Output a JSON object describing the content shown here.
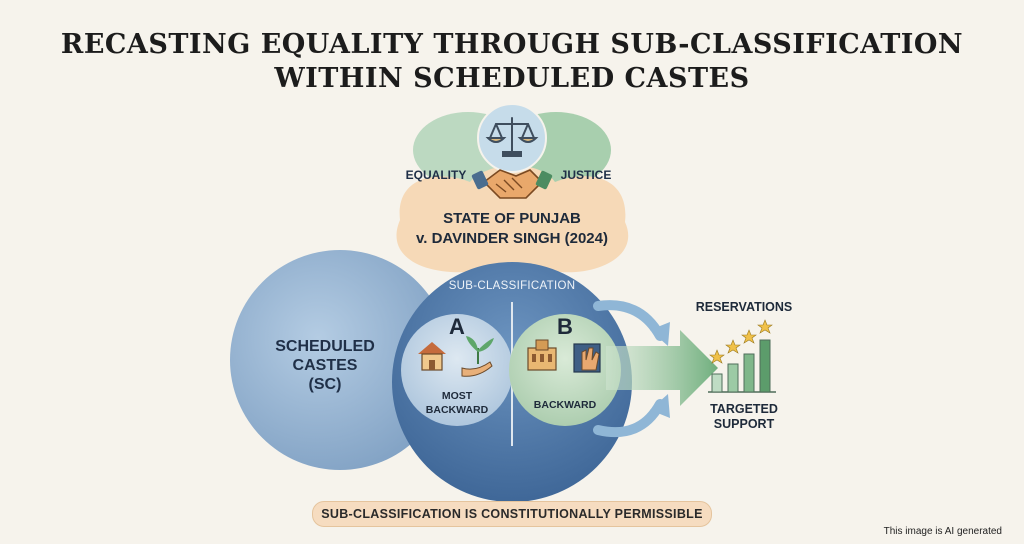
{
  "title": {
    "line1": "RECASTING EQUALITY THROUGH SUB-CLASSIFICATION",
    "line2": "WITHIN SCHEDULED CASTES"
  },
  "top_group": {
    "left_label": "EQUALITY",
    "right_label": "JUSTICE",
    "case_line1": "STATE OF PUNJAB",
    "case_line2": "v. DAVINDER SINGH (2024)",
    "icons": [
      "scales-of-justice-icon",
      "handshake-icon"
    ]
  },
  "scheduled_castes": {
    "line1": "SCHEDULED",
    "line2": "CASTES",
    "line3": "(SC)"
  },
  "sub_classification": {
    "heading": "SUB-CLASSIFICATION",
    "group_a": {
      "letter": "A",
      "label_line1": "MOST",
      "label_line2": "BACKWARD",
      "icons": [
        "house-icon",
        "hand-with-plant-icon"
      ]
    },
    "group_b": {
      "letter": "B",
      "label": "BACKWARD",
      "icons": [
        "building-icon",
        "hand-on-book-icon"
      ]
    }
  },
  "outcome": {
    "top_label": "RESERVATIONS",
    "bottom_line1": "TARGETED",
    "bottom_line2": "SUPPORT",
    "icons": [
      "bar-chart-with-stars-icon",
      "arrow-right-icon"
    ]
  },
  "banner": "SUB-CLASSIFICATION IS CONSTITUTIONALLY PERMISSIBLE",
  "footer": "This image is AI generated",
  "colors": {
    "sc_blue": "#8fb0cf",
    "deep_blue": "#4a76a6",
    "peach": "#f5d9b8",
    "green": "#a9cfae",
    "arrow_green": "#7fb78a"
  }
}
